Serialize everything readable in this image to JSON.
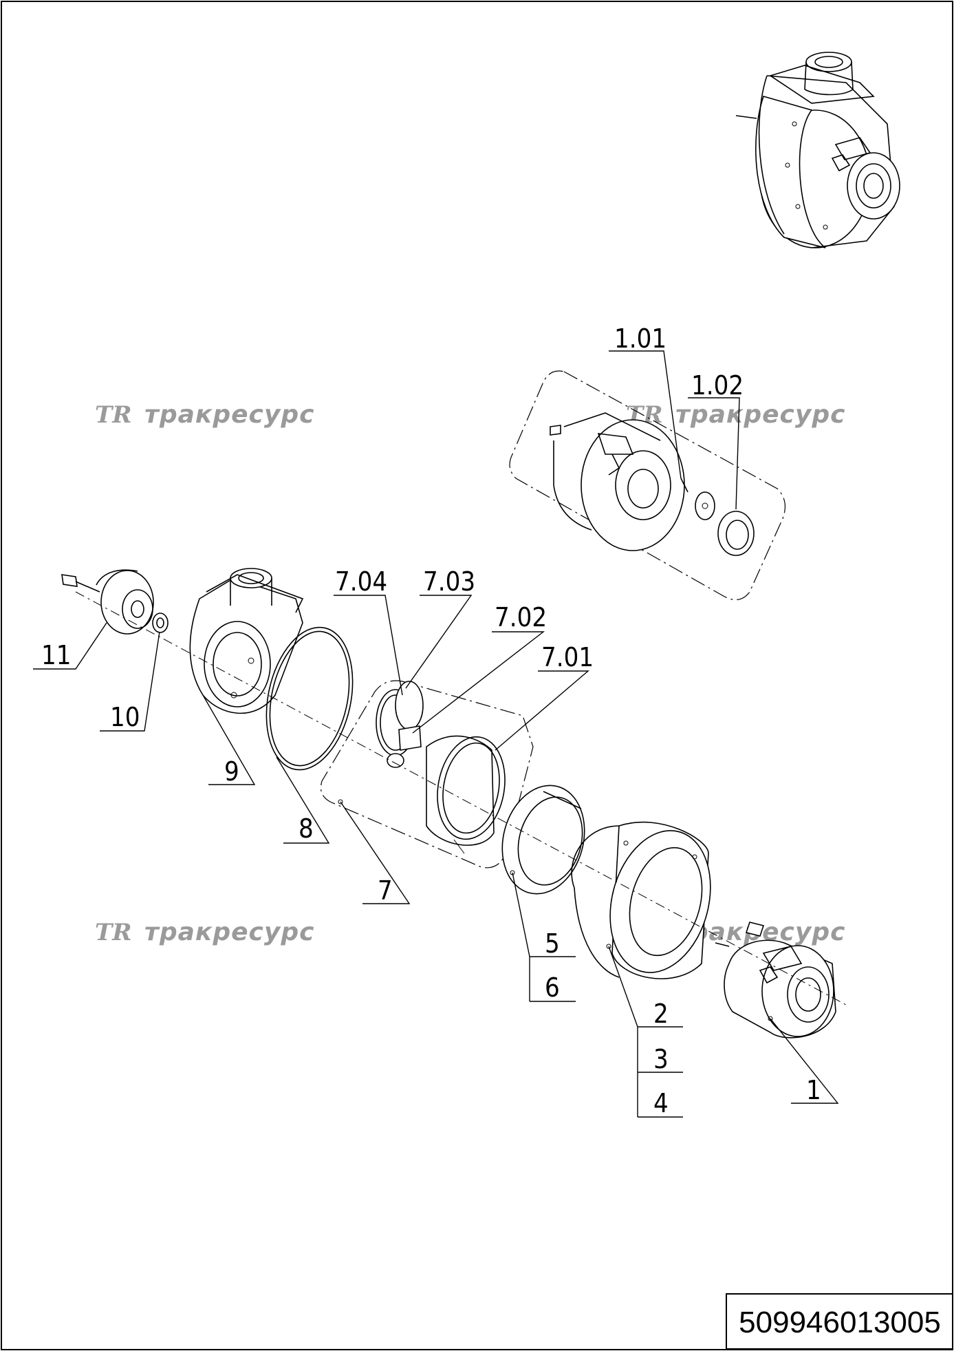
{
  "drawing": {
    "document_number": "509946013005",
    "watermark_logo": "TR",
    "watermark_text": "тракресурс"
  },
  "callouts": {
    "c1": "1",
    "c101": "1.01",
    "c102": "1.02",
    "c2": "2",
    "c3": "3",
    "c4": "4",
    "c5": "5",
    "c6": "6",
    "c7": "7",
    "c701": "7.01",
    "c702": "7.02",
    "c703": "7.03",
    "c704": "7.04",
    "c8": "8",
    "c9": "9",
    "c10": "10",
    "c11": "11"
  }
}
